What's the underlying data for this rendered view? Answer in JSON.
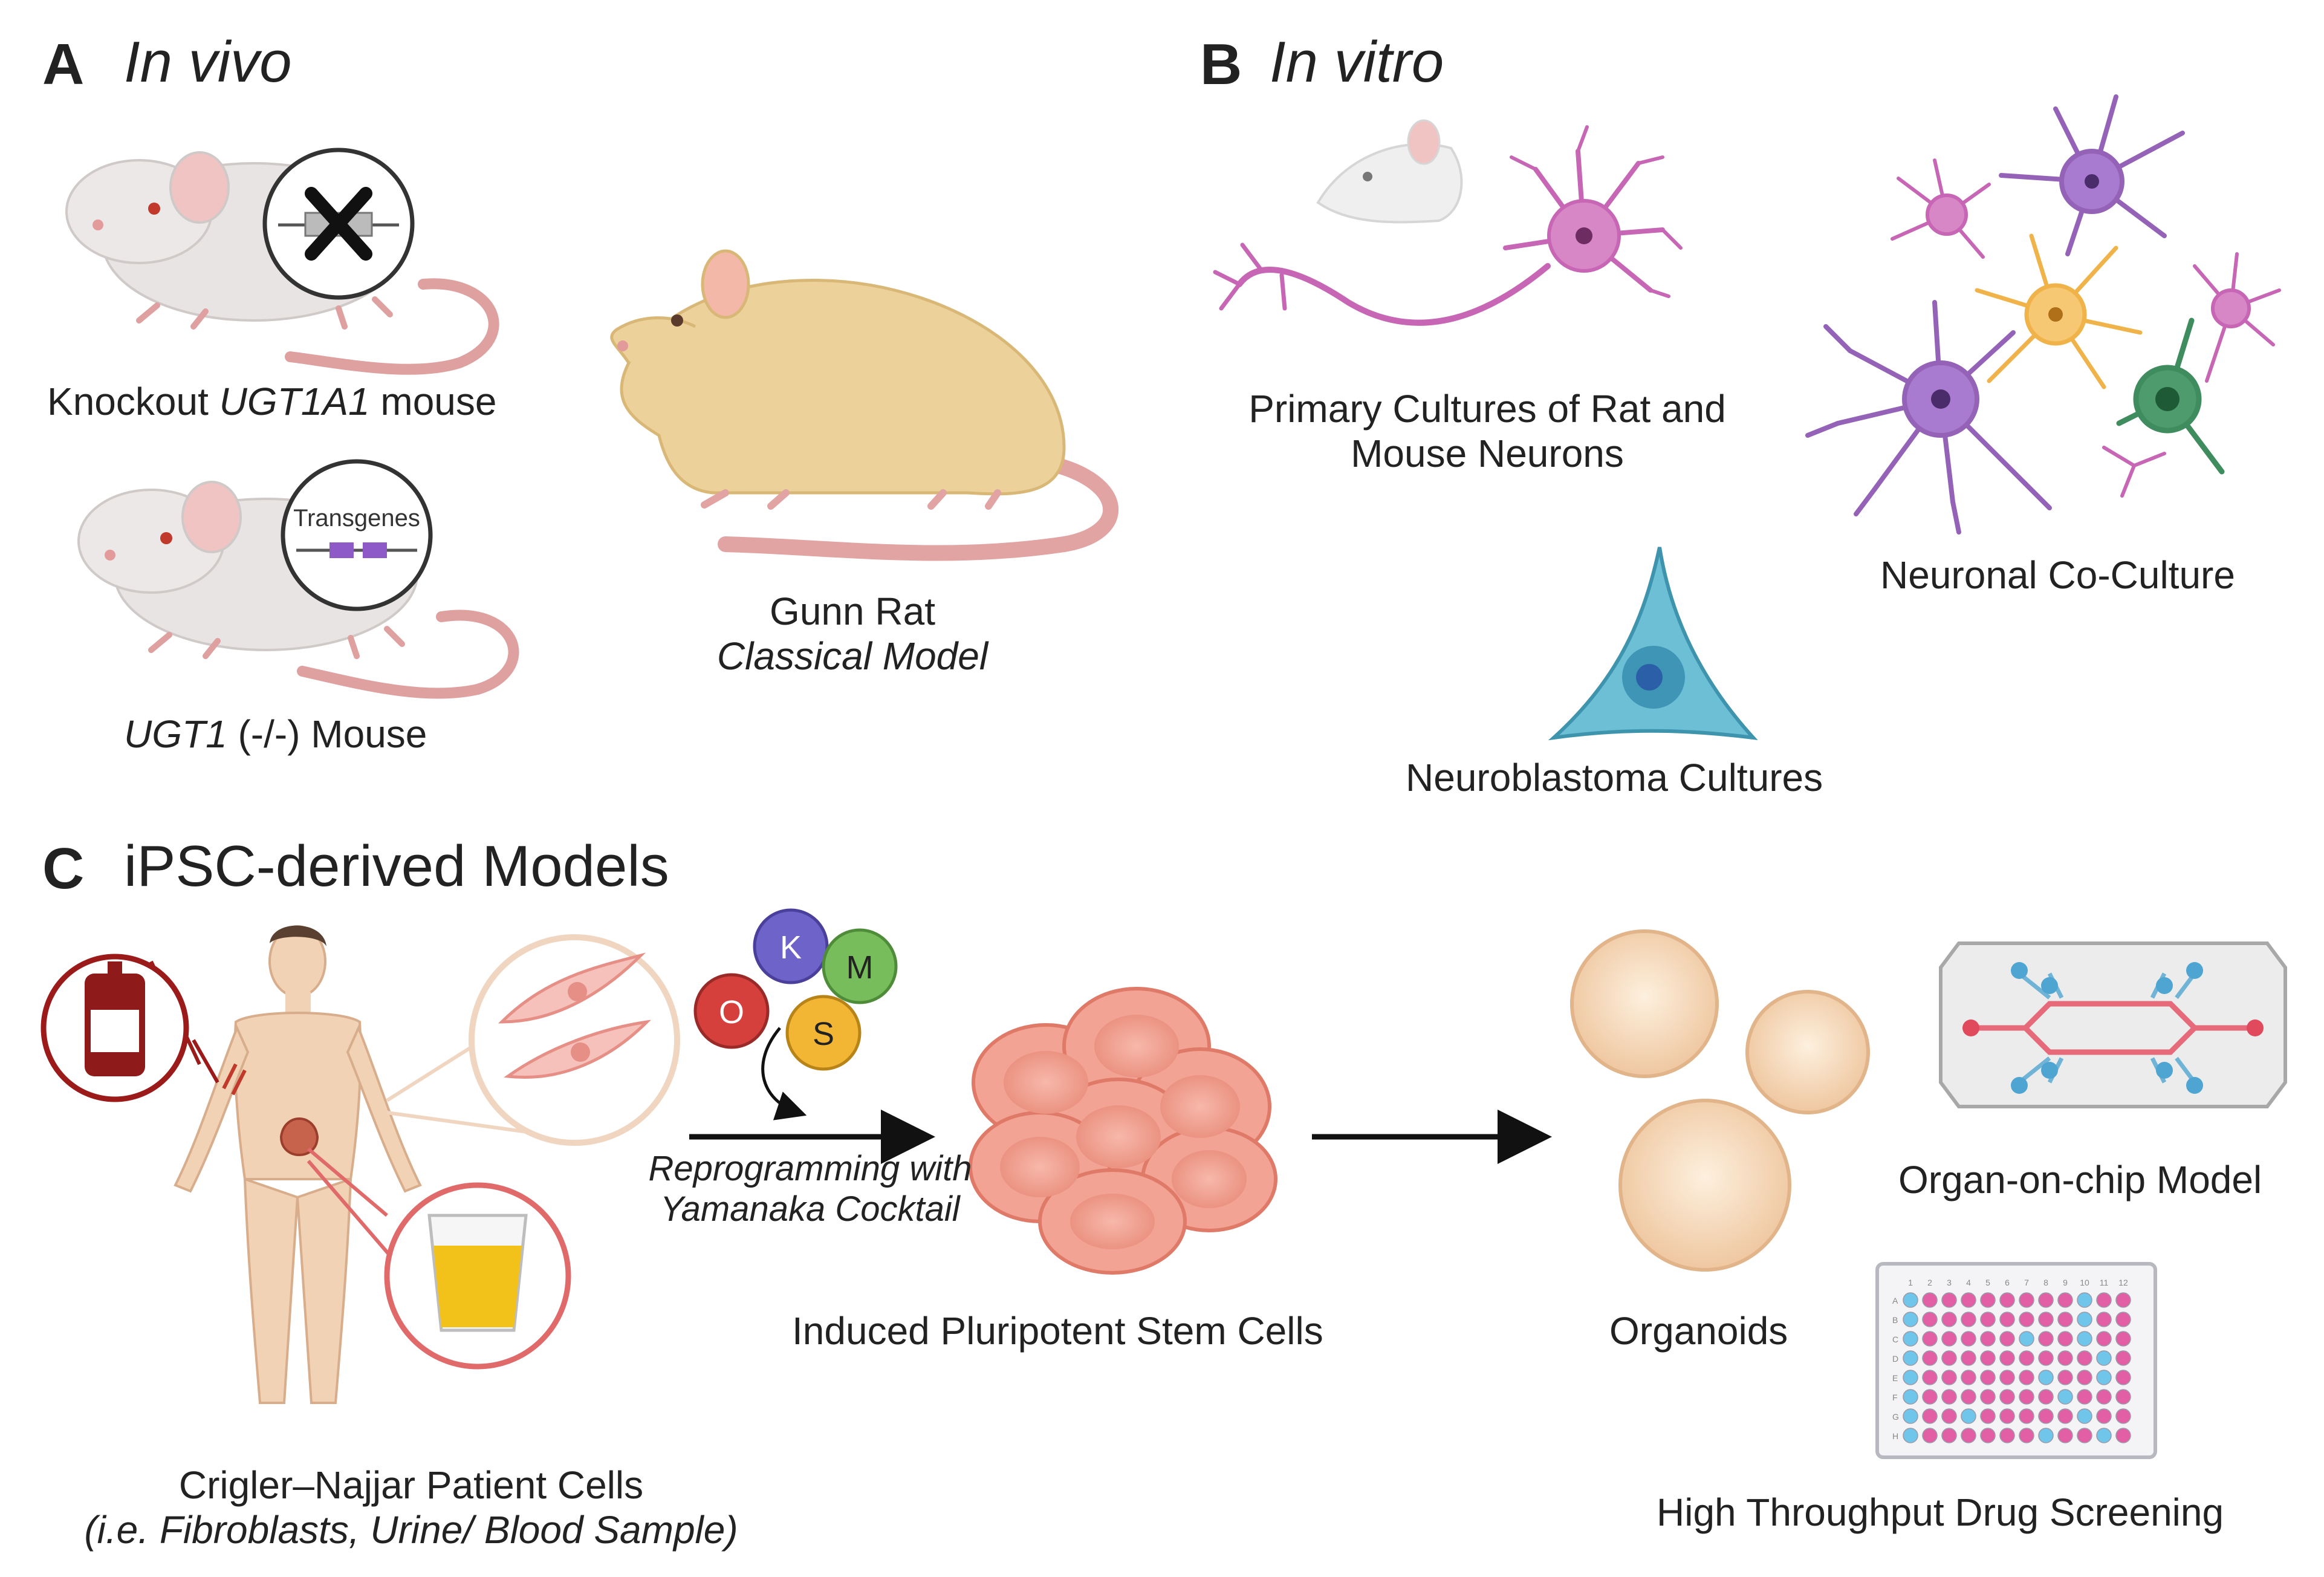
{
  "panels": {
    "a": {
      "letter": "A",
      "title": "In vivo"
    },
    "b": {
      "letter": "B",
      "title": "In vitro"
    },
    "c": {
      "letter": "C",
      "title": "iPSC-derived Models"
    }
  },
  "in_vivo": {
    "knockout_prefix": "Knockout ",
    "knockout_gene": "UGT1A1",
    "knockout_suffix": " mouse",
    "transgenes_badge": "Transgenes",
    "ugt1_gene": "UGT1",
    "ugt1_suffix": " (-/-) Mouse",
    "gunn_line1": "Gunn Rat",
    "gunn_line2": "Classical Model"
  },
  "in_vitro": {
    "primary_line1": "Primary Cultures of Rat and",
    "primary_line2": "Mouse Neurons",
    "coculture": "Neuronal Co-Culture",
    "neuroblastoma": "Neuroblastoma Cultures"
  },
  "ipsc": {
    "factors": [
      "K",
      "M",
      "O",
      "S"
    ],
    "reprog_line1": "Reprogramming with",
    "reprog_line2": "Yamanaka Cocktail",
    "ipsc_label": "Induced Pluripotent Stem Cells",
    "organoids": "Organoids",
    "organ_chip": "Organ-on-chip Model",
    "hts": "High Throughput Drug Screening",
    "patient_line1": "Crigler–Najjar Patient Cells",
    "patient_line2": "(i.e. Fibroblasts, Urine/ Blood Sample)",
    "plate_columns": [
      "1",
      "2",
      "3",
      "4",
      "5",
      "6",
      "7",
      "8",
      "9",
      "10",
      "11",
      "12"
    ],
    "plate_rows": [
      "A",
      "B",
      "C",
      "D",
      "E",
      "F",
      "G",
      "H"
    ]
  },
  "colors": {
    "mouse_body": "#e8e4e3",
    "rat_body": "#ecd29a",
    "tail": "#dfa0a0",
    "neuron_magenta": "#c766b4",
    "neuron_purple": "#9463b8",
    "astro_orange": "#f0b34a",
    "neuron_green": "#3f8c5e",
    "neuroblastoma": "#6dbfd6",
    "ipsc_cell": "#f2a394",
    "organoid": "#f9dcbf",
    "factor_K": "#6e63c8",
    "factor_M": "#77bd5b",
    "factor_O": "#d6403c",
    "factor_S": "#f2b634",
    "plate_pink": "#e25fa5",
    "plate_blue": "#6fc6ea"
  }
}
